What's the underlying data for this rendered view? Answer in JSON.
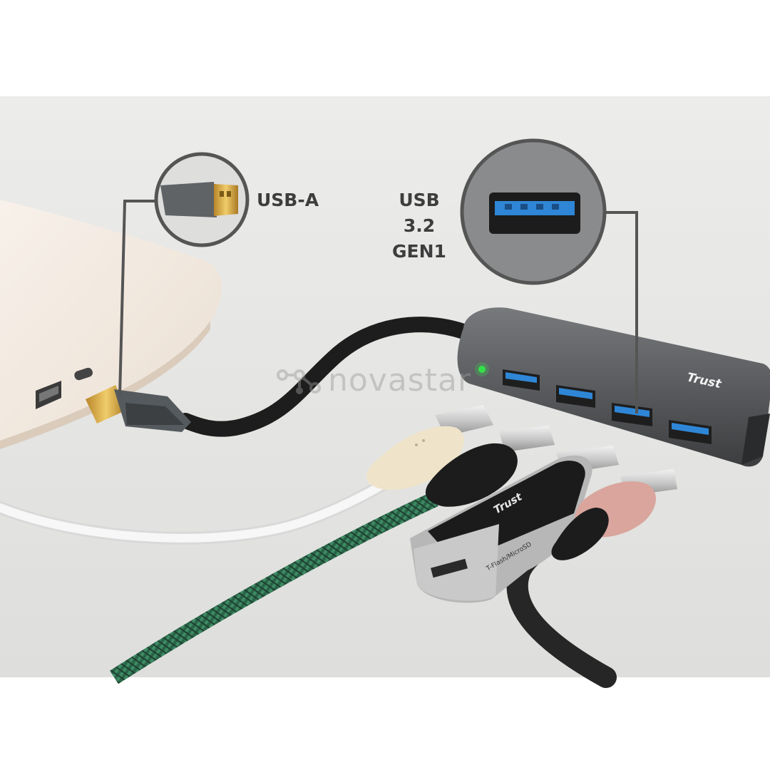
{
  "image": {
    "background_color": "#ffffff",
    "photo_background": "#e4e4e2"
  },
  "callouts": {
    "usb_a": {
      "label": "USB-A"
    },
    "usb_32": {
      "line1": "USB 3.2",
      "line2": "GEN1"
    }
  },
  "hub": {
    "brand": "Trust",
    "port_count": 4,
    "port_color": "#2f86d6",
    "led_color": "#35e04a"
  },
  "card_reader": {
    "brand": "Trust",
    "slot_label": "T-Flash/MicroSD"
  },
  "watermark": {
    "text": "novastar"
  },
  "colors": {
    "hub_body": "#5b5d60",
    "cable_black": "#1f1f1f",
    "cable_green": "#2f6b4f",
    "cable_white": "#f2f2f2",
    "connector_pink": "#d9a59c",
    "connector_cream": "#efe4c9",
    "laptop": "#f4ece4",
    "callout_line": "#555555"
  }
}
